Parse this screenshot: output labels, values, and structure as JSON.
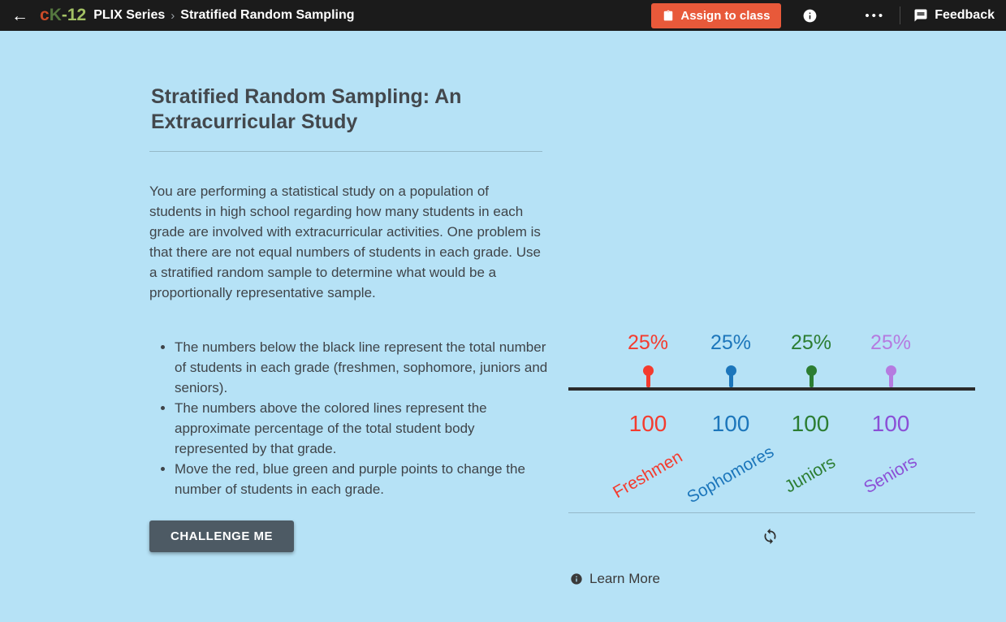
{
  "topbar": {
    "icons": {
      "back": "←",
      "more": "•••"
    },
    "logo": {
      "c": "c",
      "k": "K",
      "dash12": "-12"
    },
    "breadcrumb": {
      "section": "PLIX Series",
      "separator": "›",
      "page": "Stratified Random Sampling"
    },
    "assign_button": {
      "label": "Assign to class"
    },
    "feedback_label": "Feedback",
    "colors": {
      "bar_bg": "#1b1b1b",
      "assign_bg": "#e8593a",
      "logo_c": "#cc4b28",
      "logo_k": "#55783f",
      "logo_12": "#a3c164"
    }
  },
  "article": {
    "title": "Stratified Random Sampling: An Extracurricular Study",
    "intro": "You are performing a statistical study on a population of students in high school regarding how many students in each grade are involved with extracurricular activities. One problem is that there are not equal numbers of students in each grade. Use a stratified random sample to determine what would be a proportionally representative sample.",
    "bullets": [
      "The numbers below the black line represent the total number of students in each grade (freshmen, sophomore, juniors and seniors).",
      "The numbers above the colored lines represent the approximate percentage of the total student body represented by that grade.",
      "Move the red, blue green and purple points to change the number of students in each grade."
    ],
    "challenge_button": "CHALLENGE ME",
    "challenge_bg": "#4d5a64"
  },
  "plix": {
    "groups": [
      {
        "name": "Freshmen",
        "percent": "25%",
        "count": "100",
        "percent_color": "#f43b2e",
        "pin_color": "#f43b2e",
        "count_color": "#f43b2e",
        "name_color": "#f43b2e"
      },
      {
        "name": "Sophomores",
        "percent": "25%",
        "count": "100",
        "percent_color": "#1c76bb",
        "pin_color": "#1c76bb",
        "count_color": "#1c76bb",
        "name_color": "#1c76bb"
      },
      {
        "name": "Juniors",
        "percent": "25%",
        "count": "100",
        "percent_color": "#2c7d32",
        "pin_color": "#2c7d32",
        "count_color": "#2c7d32",
        "name_color": "#2c7d32"
      },
      {
        "name": "Seniors",
        "percent": "25%",
        "count": "100",
        "percent_color": "#b57be0",
        "pin_color": "#b57be0",
        "count_color": "#8b4fd6",
        "name_color": "#8b4fd6"
      }
    ],
    "learn_more_label": "Learn More",
    "colors": {
      "page_bg": "#b6e2f6",
      "number_line": "#2b2b2b"
    }
  }
}
